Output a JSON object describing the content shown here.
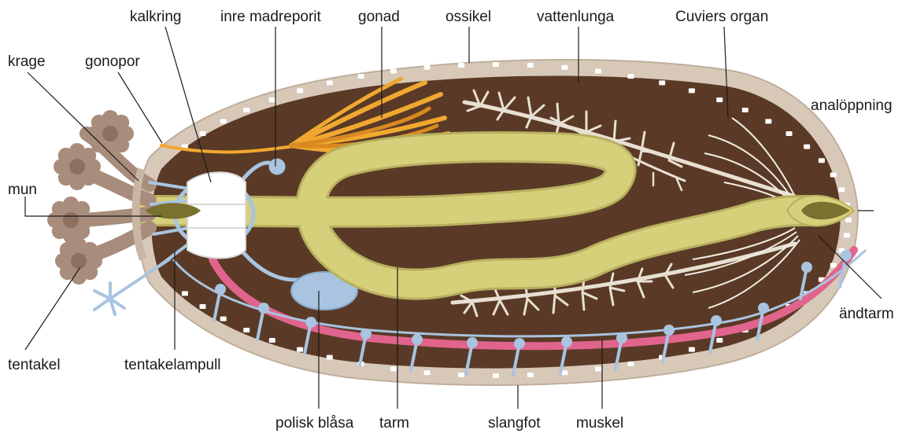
{
  "labels": {
    "kalkring": "kalkring",
    "inre_madreporit": "inre madreporit",
    "gonad": "gonad",
    "ossikel": "ossikel",
    "vattenlunga": "vattenlunga",
    "cuviers_organ": "Cuviers organ",
    "krage": "krage",
    "gonopor": "gonopor",
    "analoppning": "analöppning",
    "mun": "mun",
    "andtarm": "ändtarm",
    "tentakel": "tentakel",
    "tentakelampull": "tentakelampull",
    "polisk_blasa": "polisk blåsa",
    "tarm": "tarm",
    "slangfot": "slangfot",
    "muskel": "muskel"
  },
  "colors": {
    "outer_wall": "#d8c8b8",
    "body_cavity": "#5a3a26",
    "gut": "#d6d07a",
    "gonad": "#f0a830",
    "water_vascular": "#a8c4e0",
    "muscle": "#e0648c",
    "respiratory_tree": "#e8e0d2",
    "tentacle": "#a88c7c"
  }
}
